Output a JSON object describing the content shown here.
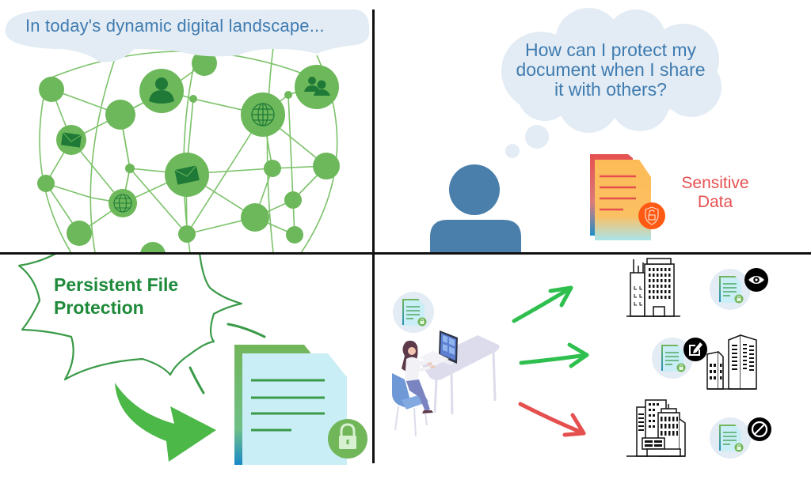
{
  "panels": {
    "network": {
      "caption": "In today's dynamic digital landscape...",
      "node_icons": [
        "user-icon",
        "users-icon",
        "globe-icon",
        "envelope-icon"
      ]
    },
    "question": {
      "thought": "How can I protect my document when I share it with others?",
      "document_label_line1": "Sensitive",
      "document_label_line2": "Data",
      "document_icon": "unlocked-shield-icon"
    },
    "protection": {
      "title_line1": "Persistent File",
      "title_line2": "Protection",
      "document_icon": "padlock-icon"
    },
    "sharing": {
      "recipients": [
        {
          "permission": "view",
          "icon": "eye-icon",
          "arrow_color": "#2fbf4f"
        },
        {
          "permission": "edit",
          "icon": "edit-icon",
          "arrow_color": "#2fbf4f"
        },
        {
          "permission": "blocked",
          "icon": "forbidden-icon",
          "arrow_color": "#e5504f"
        }
      ]
    }
  },
  "colors": {
    "network_green": "#6db85a",
    "network_dark": "#1f7a38",
    "cloud": "#e3ecf4",
    "text_blue": "#3f7bb0",
    "person_blue": "#4a7fab",
    "sensitive_red": "#e5504f",
    "protect_green": "#1e8a3a",
    "doc_light": "#c9eef6",
    "lock_green": "#72b65a"
  }
}
